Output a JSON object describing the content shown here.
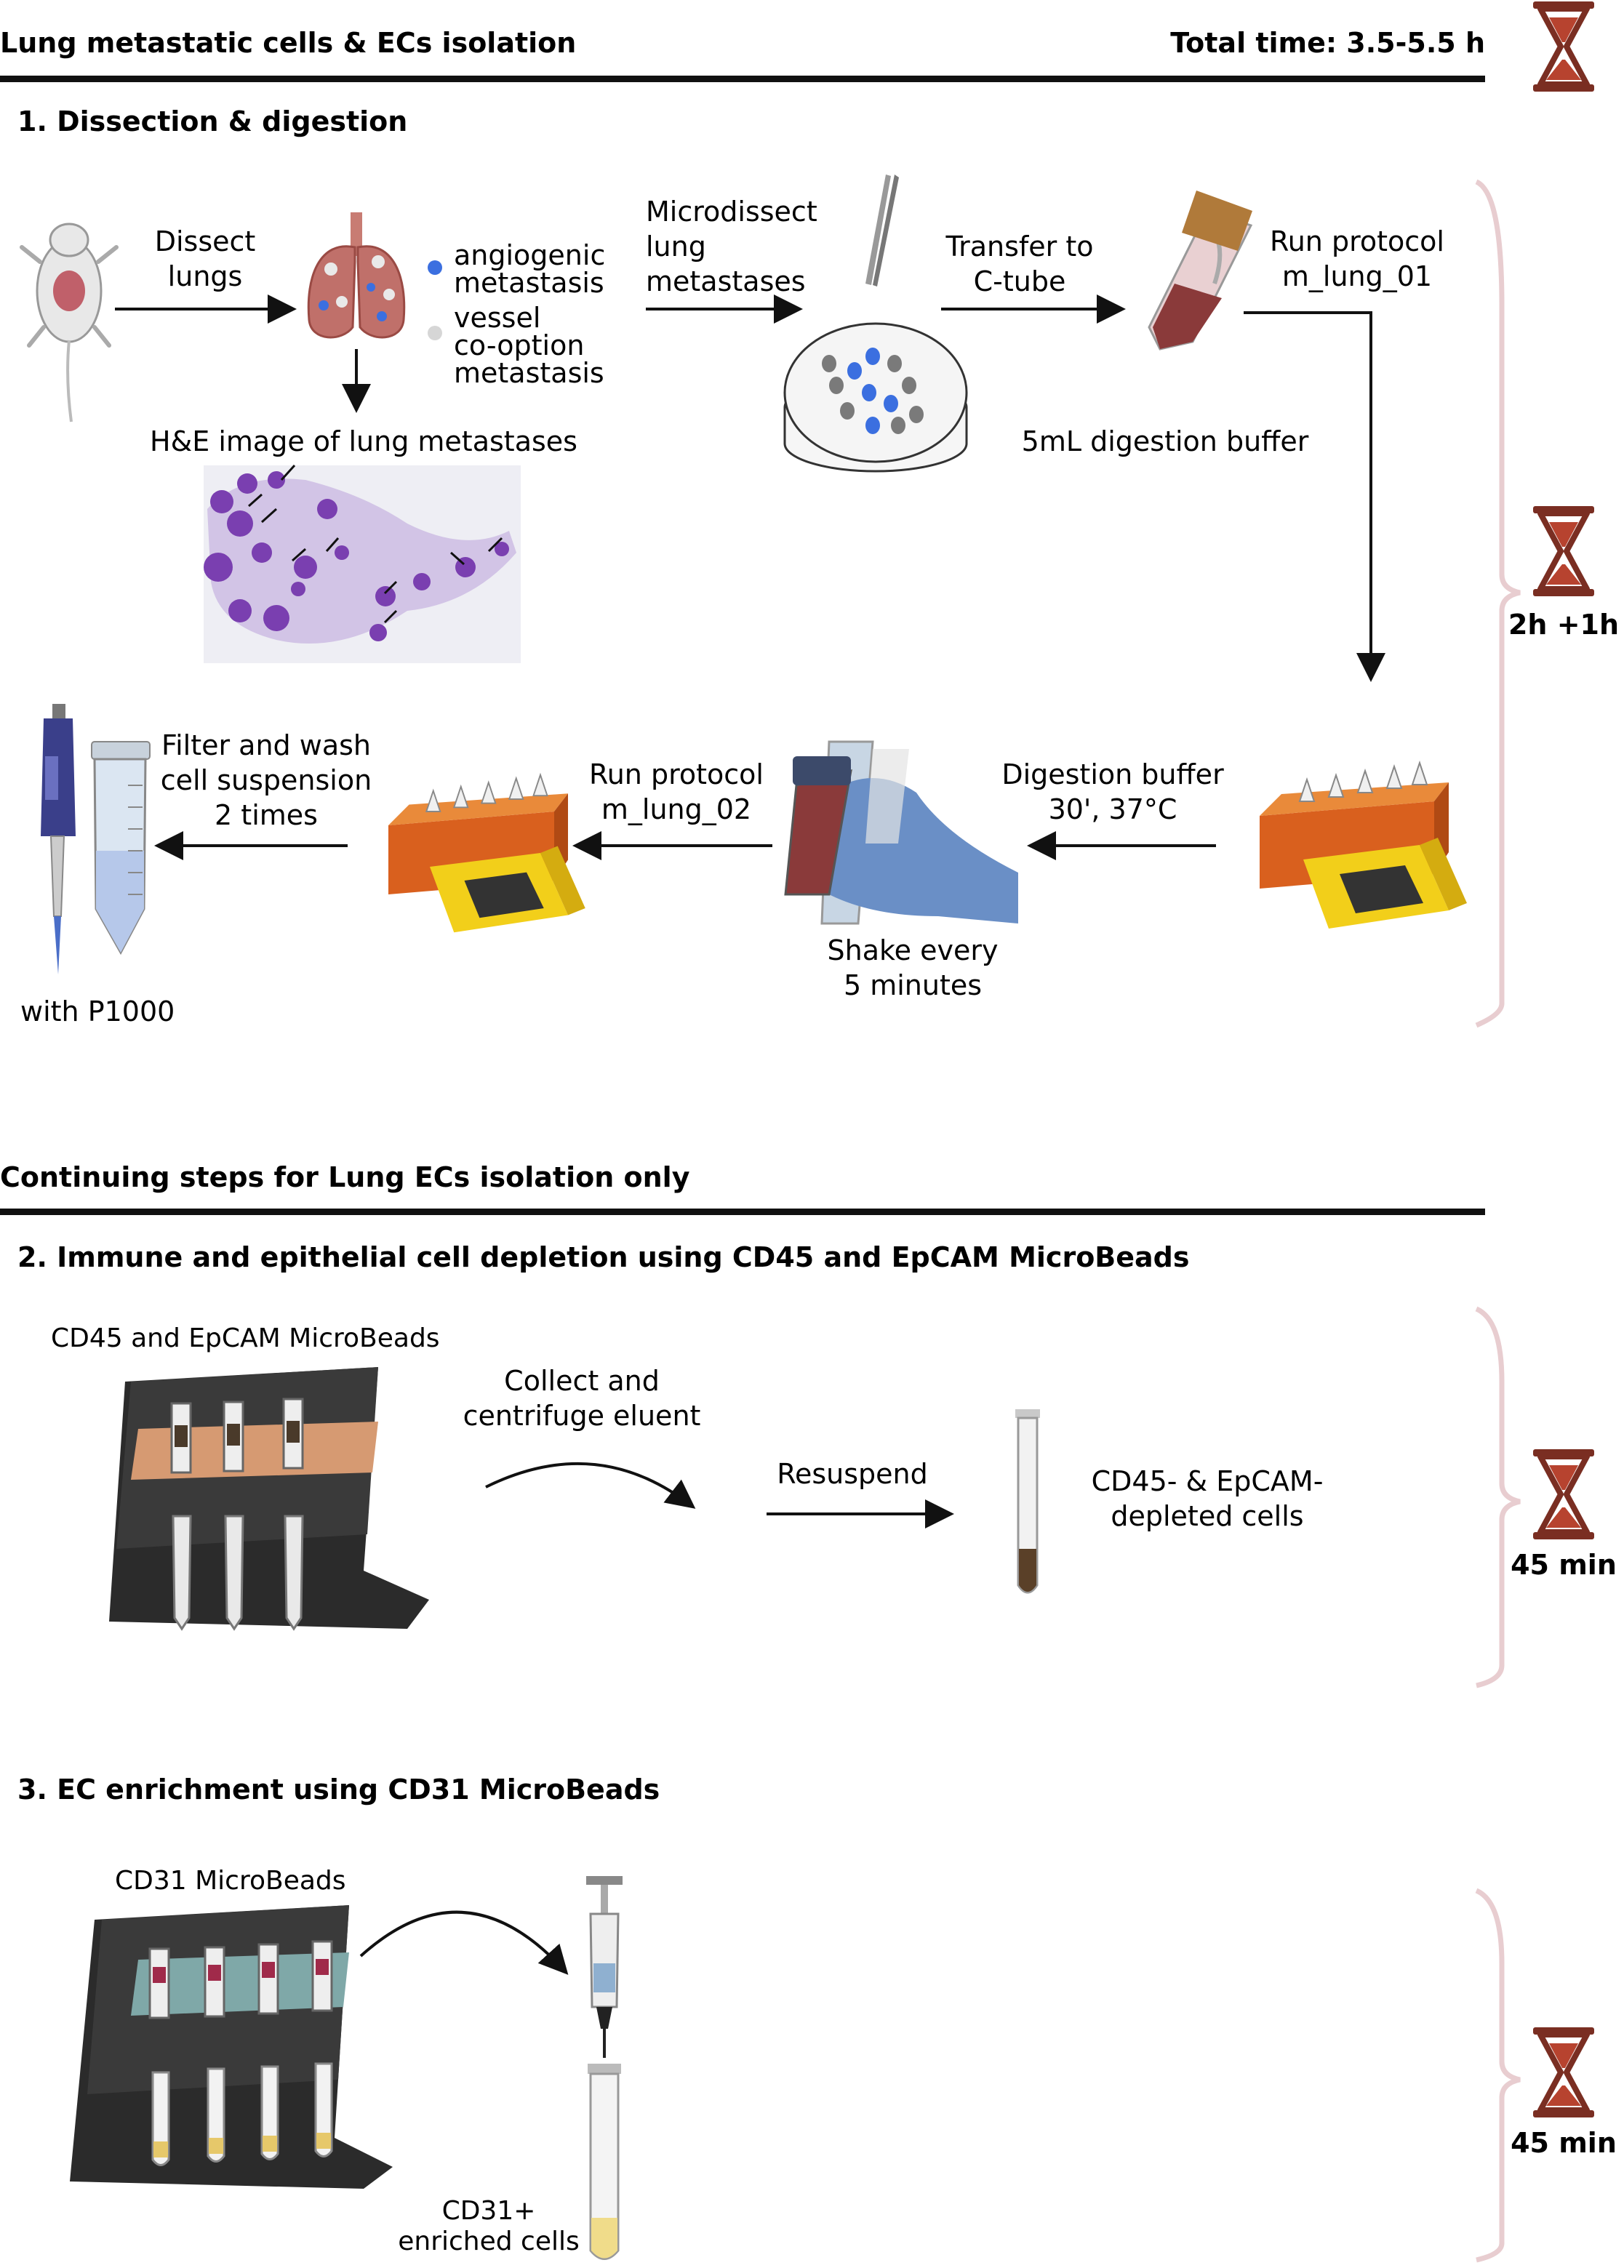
{
  "header": {
    "title": "Lung metastatic cells & ECs isolation",
    "total_time": "Total time: 3.5-5.5 h"
  },
  "section1": {
    "title": "1. Dissection & digestion",
    "dissect": [
      "Dissect",
      "lungs"
    ],
    "legend_angiogenic": [
      "angiogenic",
      "metastasis"
    ],
    "legend_cooption": [
      "vessel",
      "co-option",
      "metastasis"
    ],
    "he_caption": "H&E image of lung metastases",
    "microdissect": [
      "Microdissect",
      "lung",
      "metastases"
    ],
    "transfer": [
      "Transfer to",
      "C-tube"
    ],
    "run1": [
      "Run protocol",
      "m_lung_01"
    ],
    "buffer": "5mL digestion buffer",
    "digestion": [
      "Digestion buffer",
      "30', 37°C"
    ],
    "shake": [
      "Shake every",
      "5 minutes"
    ],
    "run2": [
      "Run protocol",
      "m_lung_02"
    ],
    "filter": [
      "Filter and wash",
      "cell suspension",
      "2 times"
    ],
    "p1000": "with P1000",
    "time": "2h +1h"
  },
  "continuing": "Continuing steps for Lung ECs isolation only",
  "section2": {
    "title": "2. Immune and epithelial cell depletion using CD45 and EpCAM MicroBeads",
    "beads": "CD45 and EpCAM MicroBeads",
    "collect": [
      "Collect and",
      "centrifuge eluent"
    ],
    "resuspend": "Resuspend",
    "result": [
      "CD45- & EpCAM-",
      "depleted cells"
    ],
    "time": "45 min"
  },
  "section3": {
    "title": "3. EC enrichment using CD31 MicroBeads",
    "beads": "CD31 MicroBeads",
    "result": [
      "CD31+",
      "enriched cells"
    ],
    "time": "45 min"
  },
  "colors": {
    "hourglass": "#7a2e22",
    "bracket": "#e8cdd0",
    "metastasis_blue": "#3b6fe0",
    "metastasis_grey": "#9a9a9a",
    "he_purple": "#7a3fb0",
    "dissociator_orange": "#d9601e",
    "dissociator_yellow": "#f2cf1a"
  }
}
